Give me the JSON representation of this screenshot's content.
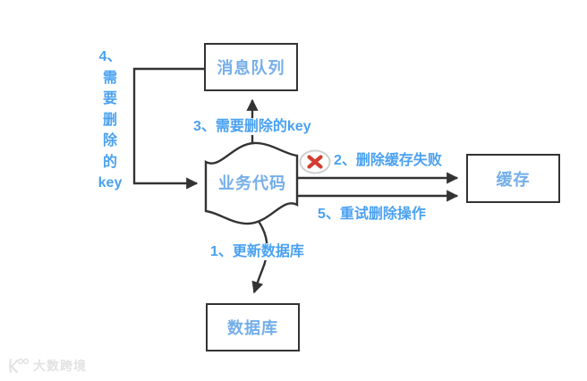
{
  "diagram": {
    "title_hint": "cache delete retry flow",
    "nodes": {
      "message_queue": {
        "label": "消息队列",
        "shape": "rect"
      },
      "business_code": {
        "label": "业务代码",
        "shape": "wavy-flag"
      },
      "cache": {
        "label": "缓存",
        "shape": "rect"
      },
      "database": {
        "label": "数据库",
        "shape": "rect"
      }
    },
    "edges": {
      "step1": {
        "label": "1、更新数据库",
        "from": "business_code",
        "to": "database"
      },
      "step2": {
        "label": "2、删除缓存失败",
        "from": "business_code",
        "to": "cache",
        "status_icon": "error-x-icon"
      },
      "step3": {
        "label": "3、需要删除的key",
        "from": "business_code",
        "to": "message_queue"
      },
      "step4": {
        "label": "4、需要删除的key",
        "from": "message_queue",
        "to": "business_code",
        "lines": [
          "4、",
          "需",
          "要",
          "删",
          "除",
          "的",
          "key"
        ]
      },
      "step5": {
        "label": "5、重试删除操作",
        "from": "business_code",
        "to": "cache"
      }
    },
    "colors": {
      "node_text": "#74aeea",
      "label_text": "#4aa1f1",
      "line": "#333333",
      "error_red": "#d43c31",
      "error_ring": "#d0d0d0",
      "background": "#ffffff"
    },
    "icons": {
      "error_x": "✕"
    }
  },
  "watermark": {
    "text": "大数跨境"
  }
}
